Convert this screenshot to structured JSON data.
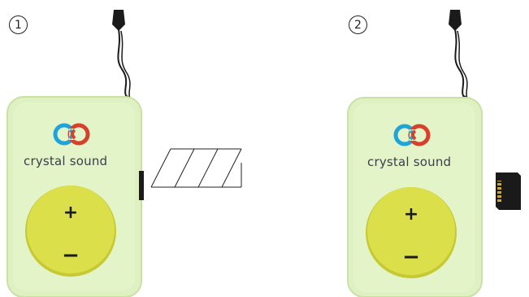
{
  "steps": [
    {
      "number": "1"
    },
    {
      "number": "2"
    }
  ],
  "device": {
    "brand_text": "crystal sound",
    "plus_label": "+",
    "minus_label": "−",
    "colors": {
      "body": "#dff1c2",
      "body_edge": "#c9e2a4",
      "button": "#dbe04a",
      "button_dark": "#c6c933",
      "logo_blue": "#1ea4d8",
      "logo_red": "#d7412c",
      "cord": "#1b1b1b"
    }
  },
  "card_icon": "microsd-card-icon",
  "slot_hint_icon": "card-slot-outline-icon"
}
